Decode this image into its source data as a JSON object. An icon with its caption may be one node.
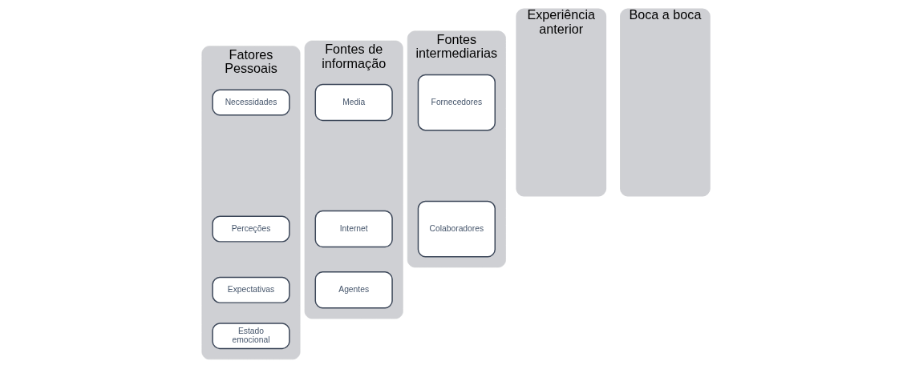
{
  "diagram": {
    "nodes": [
      {
        "text": [
          "Fatores Pessoais"
        ]
      },
      {
        "text": [
          "Necessidades"
        ],
        "in": 0
      },
      {
        "text": [
          "Perceções"
        ],
        "in": 0
      },
      {
        "text": [
          "Expectativas"
        ],
        "in": 0
      },
      {
        "text": [
          "Estado emocional"
        ],
        "in": 0
      },
      {
        "text": [
          "Fontes de informação"
        ]
      },
      {
        "text": [
          "Media"
        ],
        "in": 5
      },
      {
        "text": [
          "Internet"
        ],
        "in": 5
      },
      {
        "text": [
          "Agentes"
        ],
        "in": 5
      },
      {
        "text": [
          "Fontes intermediarias"
        ]
      },
      {
        "text": [
          "Fornecedores"
        ],
        "in": 9
      },
      {
        "text": [
          "Colaboradores"
        ],
        "in": 9
      },
      {
        "text": [
          "Experiência anterior"
        ]
      },
      {
        "text": [
          "Boca a boca"
        ]
      }
    ]
  }
}
